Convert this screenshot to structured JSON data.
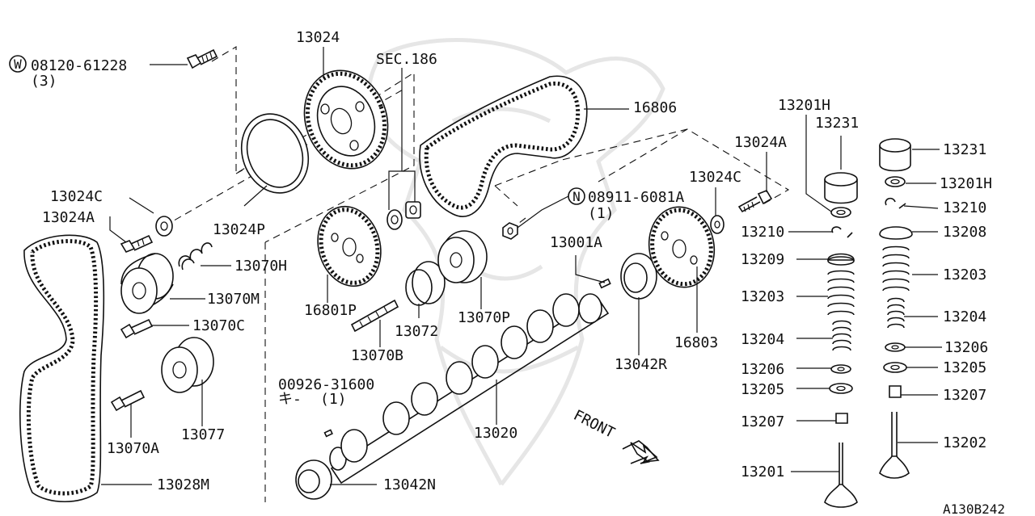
{
  "diagram": {
    "callouts": {
      "p13024": "13024",
      "sec186": "SEC.186",
      "bolt_w": "08120-61228",
      "bolt_w_qty": "(3)",
      "w_mark": "W",
      "p16806": "16806",
      "p13201H_a": "13201H",
      "p13231_a": "13231",
      "p13231_b": "13231",
      "p13024A_a": "13024A",
      "p13201H_b": "13201H",
      "p13024C_a": "13024C",
      "p13024C_b": "13024C",
      "n_mark": "N",
      "nut_n": "08911-6081A",
      "nut_n_qty": "(1)",
      "p13210_a": "13210",
      "p13210_b": "13210",
      "p13024A_b": "13024A",
      "p13024P": "13024P",
      "p13208": "13208",
      "p13001A": "13001A",
      "p13209": "13209",
      "p13070H": "13070H",
      "p13203_a": "13203",
      "p13203_b": "13203",
      "p13070M": "13070M",
      "p16801P": "16801P",
      "p13070P": "13070P",
      "p13072": "13072",
      "p13070C": "13070C",
      "p13204_a": "13204",
      "p13204_b": "13204",
      "p16803": "16803",
      "p13070B": "13070B",
      "p13206_a": "13206",
      "p13206_b": "13206",
      "p13042R": "13042R",
      "p00926": "00926-31600",
      "key_note": "キ-",
      "key_qty": "(1)",
      "p13205_a": "13205",
      "p13205_b": "13205",
      "p13207_a": "13207",
      "p13207_b": "13207",
      "front": "FRONT",
      "p13020": "13020",
      "p13070A": "13070A",
      "p13077": "13077",
      "p13202": "13202",
      "p13201": "13201",
      "p13028M": "13028M",
      "p13042N": "13042N",
      "ref": "A130B242"
    }
  }
}
